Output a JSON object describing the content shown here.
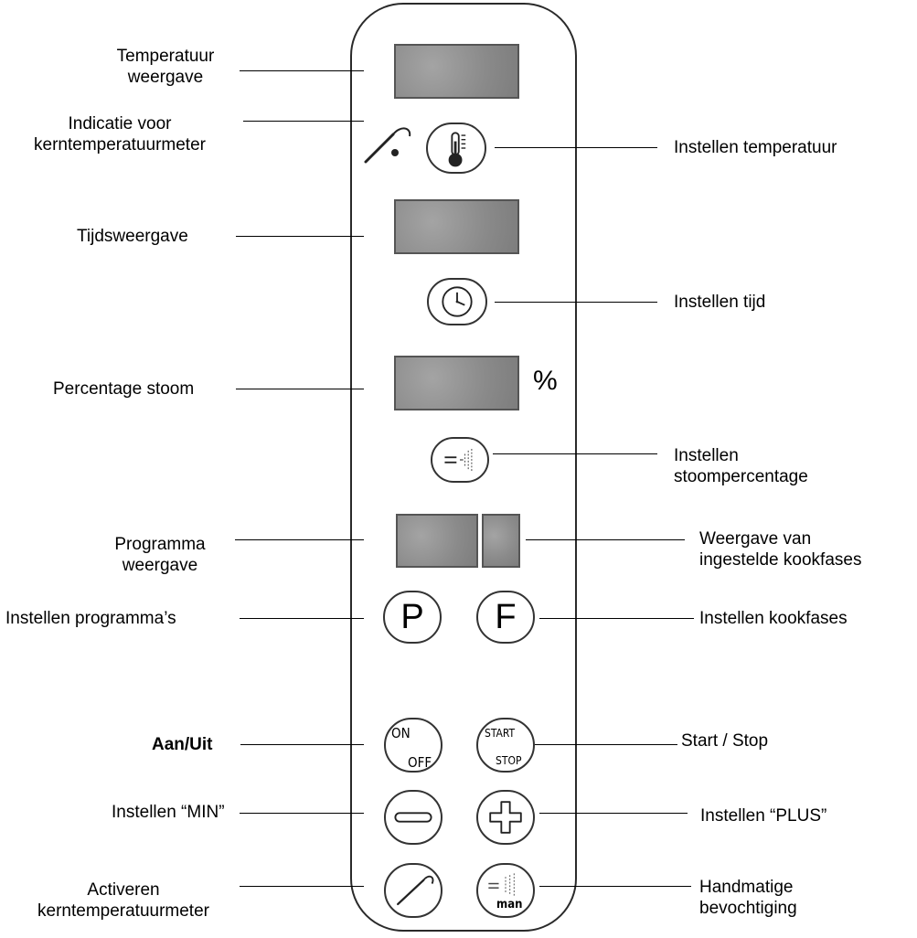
{
  "labels": {
    "temperatuur_weergave": [
      "Temperatuur",
      "weergave"
    ],
    "indicatie_kerntemperatuurmeter": [
      "Indicatie voor",
      "kerntemperatuurmeter"
    ],
    "instellen_temperatuur": "Instellen temperatuur",
    "tijdsweergave": "Tijdsweergave",
    "instellen_tijd": "Instellen tijd",
    "percentage_stoom": "Percentage stoom",
    "instellen_stoompercentage": [
      "Instellen",
      "stoompercentage"
    ],
    "programma_weergave": [
      "Programma",
      "weergave"
    ],
    "weergave_kookfases": [
      "Weergave van",
      "ingestelde kookfases"
    ],
    "instellen_programmas": "Instellen programma’s",
    "instellen_kookfases": "Instellen kookfases",
    "aan_uit": "Aan/Uit",
    "start_stop": "Start / Stop",
    "instellen_min": "Instellen “MIN”",
    "instellen_plus": "Instellen “PLUS”",
    "activeren_kerntemperatuurmeter": [
      "Activeren",
      "kerntemperatuurmeter"
    ],
    "handmatige_bevochtiging": [
      "Handmatige",
      "bevochtiging"
    ]
  },
  "panel": {
    "percent_symbol": "%",
    "button_p": "P",
    "button_f": "F",
    "on_label": "ON",
    "off_label": "OFF",
    "start_label": "START",
    "stop_label": "STOP",
    "man_label": "man"
  },
  "icons": {
    "thermometer": "thermometer-icon",
    "clock": "clock-icon",
    "steam": "steam-icon",
    "probe": "core-probe-icon",
    "minus": "minus-icon",
    "plus": "plus-icon"
  },
  "colors": {
    "display": "#8f8f8f",
    "outline": "#2a2a2a",
    "text": "#000000"
  }
}
